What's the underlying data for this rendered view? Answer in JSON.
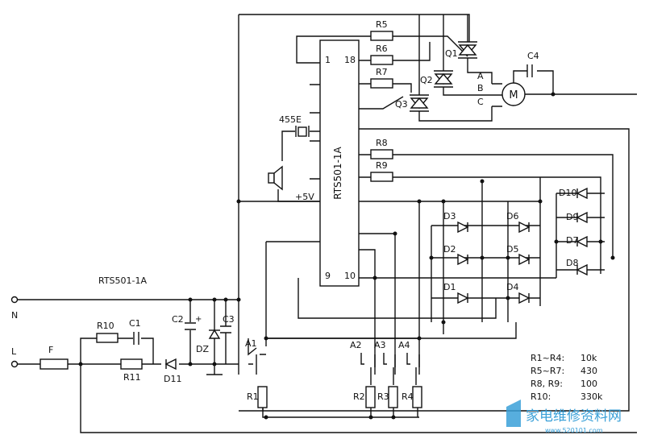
{
  "ic": {
    "name": "RTS501-1A",
    "pin1": "1",
    "pin18": "18",
    "pin9": "9",
    "pin10": "10"
  },
  "crystal": "455E",
  "supply": "+5V",
  "mains": {
    "n": "N",
    "l": "L",
    "fuse": "F"
  },
  "module_label": "RTS501-1A",
  "labels": {
    "R5": "R5",
    "R6": "R6",
    "R7": "R7",
    "R8": "R8",
    "R9": "R9",
    "R10": "R10",
    "R11": "R11",
    "R1": "R1",
    "R2": "R2",
    "R3": "R3",
    "R4": "R4",
    "C1": "C1",
    "C2": "C2",
    "C3": "C3",
    "C4": "C4",
    "Q1": "Q1",
    "Q2": "Q2",
    "Q3": "Q3",
    "DZ": "DZ",
    "D11": "D11",
    "D1": "D1",
    "D2": "D2",
    "D3": "D3",
    "D4": "D4",
    "D5": "D5",
    "D6": "D6",
    "D7": "D7",
    "D8": "D8",
    "D9": "D9",
    "D10": "D10",
    "A1": "A1",
    "A2": "A2",
    "A3": "A3",
    "A4": "A4",
    "M": "M",
    "A": "A",
    "B": "B",
    "C": "C"
  },
  "values": [
    {
      "name": "R1~R4:",
      "value": "10k"
    },
    {
      "name": "R5~R7:",
      "value": "430"
    },
    {
      "name": "R8, R9:",
      "value": "100"
    },
    {
      "name": "R10:",
      "value": "330k"
    }
  ],
  "watermark": {
    "cn": "家电维修资料网",
    "url": "www.520101.com"
  }
}
